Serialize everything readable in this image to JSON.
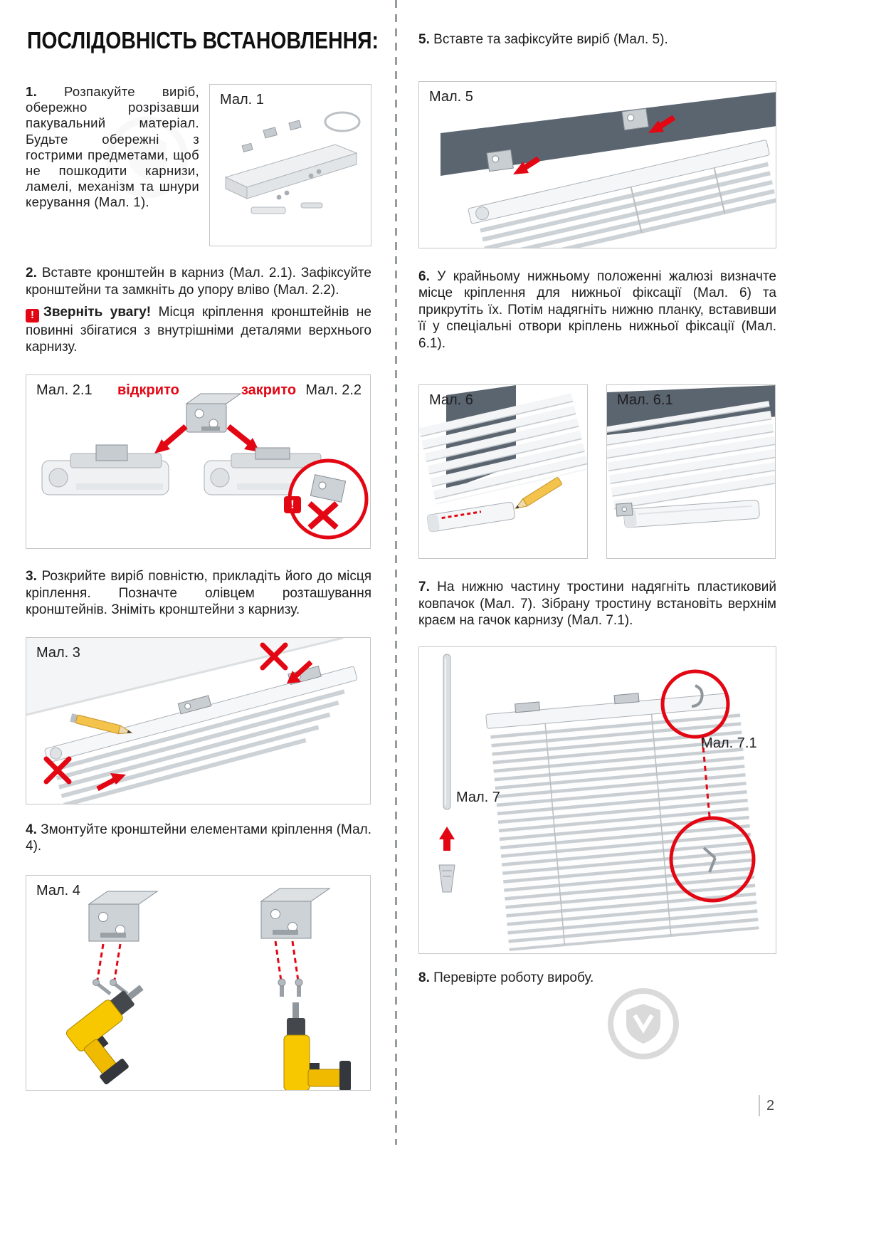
{
  "page": {
    "title": "ПОСЛІДОВНІСТЬ ВСТАНОВЛЕННЯ:",
    "number": "2"
  },
  "colors": {
    "accent": "#e30613",
    "text": "#1d1d1f",
    "metal": "#c9ced3",
    "window_dark": "#5b6570"
  },
  "steps": {
    "s1": {
      "num": "1.",
      "text": "Розпакуйте виріб, обережно розрізавши пакувальний матеріал. Будьте обережні з гострими предметами, щоб не пошкодити карнизи, ламелі, механізм та шнури керування (Мал. 1)."
    },
    "s2": {
      "num": "2.",
      "text": "Вставте кронштейн в карниз (Мал. 2.1). Зафіксуйте кронштейни та замкніть до упору вліво (Мал. 2.2).",
      "warn_icon": "!",
      "warn_title": "Зверніть увагу!",
      "warn_text": "Місця кріплення кронштейнів не повинні збігатися з внутрішніми деталями верхнього карнизу."
    },
    "s3": {
      "num": "3.",
      "text": "Розкрийте виріб повністю, прикладіть його до місця кріплення. Позначте олівцем розташування кронштейнів. Зніміть кронштейни з карнизу."
    },
    "s4": {
      "num": "4.",
      "text": "Змонтуйте кронштейни елементами кріплення (Мал. 4)."
    },
    "s5": {
      "num": "5.",
      "text": "Вставте та зафіксуйте виріб (Мал. 5)."
    },
    "s6": {
      "num": "6.",
      "text": "У крайньому нижньому положенні жалюзі визначте місце кріплення для нижньої фіксації (Мал. 6) та прикрутіть їх. Потім надягніть нижню планку, вставивши її у спеціальні отвори кріплень нижньої фіксації (Мал. 6.1)."
    },
    "s7": {
      "num": "7.",
      "text": "На нижню частину тростини надягніть пластиковий ковпачок (Мал. 7). Зібрану тростину встановіть верхнім краєм на гачок карнизу (Мал. 7.1)."
    },
    "s8": {
      "num": "8.",
      "text": "Перевірте роботу виробу."
    }
  },
  "figures": {
    "f1": {
      "label": "Мал. 1"
    },
    "f2": {
      "label_left": "Мал. 2.1",
      "state_open": "відкрито",
      "state_closed": "закрито",
      "label_right": "Мал. 2.2",
      "alert": "!"
    },
    "f3": {
      "label": "Мал. 3"
    },
    "f4": {
      "label": "Мал. 4"
    },
    "f5": {
      "label": "Мал. 5"
    },
    "f6": {
      "label": "Мал. 6"
    },
    "f6_1": {
      "label": "Мал. 6.1"
    },
    "f7": {
      "label": "Мал. 7",
      "label_7_1": "Мал. 7.1"
    }
  }
}
